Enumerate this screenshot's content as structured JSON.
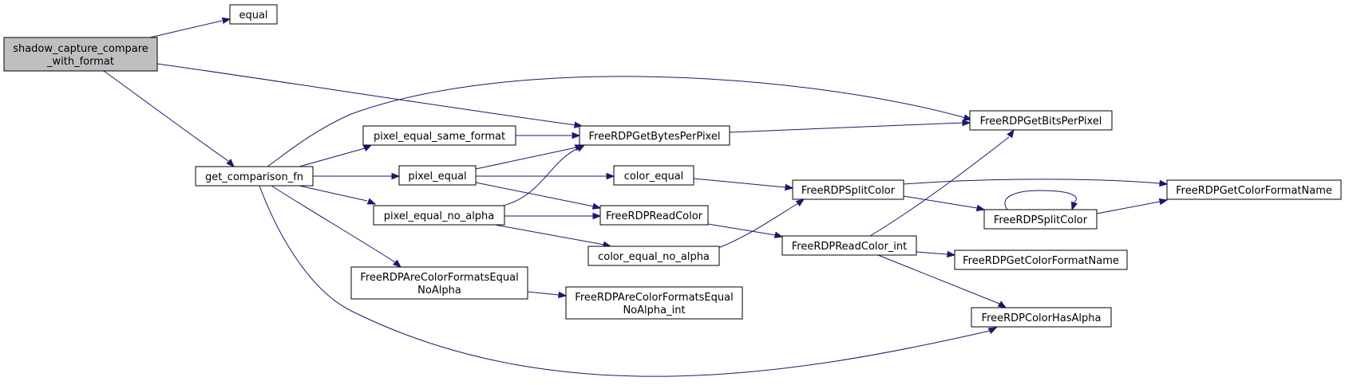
{
  "graph": {
    "nodes": [
      {
        "id": "shadow_capture",
        "lines": [
          "shadow_capture_compare",
          "_with_format"
        ],
        "highlight": true
      },
      {
        "id": "equal",
        "lines": [
          "equal"
        ]
      },
      {
        "id": "get_comparison_fn",
        "lines": [
          "get_comparison_fn"
        ]
      },
      {
        "id": "pixel_equal_same_format",
        "lines": [
          "pixel_equal_same_format"
        ]
      },
      {
        "id": "pixel_equal",
        "lines": [
          "pixel_equal"
        ]
      },
      {
        "id": "pixel_equal_no_alpha",
        "lines": [
          "pixel_equal_no_alpha"
        ]
      },
      {
        "id": "are_formats_equal",
        "lines": [
          "FreeRDPAreColorFormatsEqual",
          "NoAlpha"
        ]
      },
      {
        "id": "get_bytes",
        "lines": [
          "FreeRDPGetBytesPerPixel"
        ]
      },
      {
        "id": "color_equal",
        "lines": [
          "color_equal"
        ]
      },
      {
        "id": "read_color",
        "lines": [
          "FreeRDPReadColor"
        ]
      },
      {
        "id": "color_equal_no_alpha",
        "lines": [
          "color_equal_no_alpha"
        ]
      },
      {
        "id": "are_formats_equal_int",
        "lines": [
          "FreeRDPAreColorFormatsEqual",
          "NoAlpha_int"
        ]
      },
      {
        "id": "split_color",
        "lines": [
          "FreeRDPSplitColor"
        ]
      },
      {
        "id": "read_color_int",
        "lines": [
          "FreeRDPReadColor_int"
        ]
      },
      {
        "id": "get_bits",
        "lines": [
          "FreeRDPGetBitsPerPixel"
        ]
      },
      {
        "id": "split_color2",
        "lines": [
          "FreeRDPSplitColor"
        ]
      },
      {
        "id": "get_format_name_mid",
        "lines": [
          "FreeRDPGetColorFormatName"
        ]
      },
      {
        "id": "has_alpha",
        "lines": [
          "FreeRDPColorHasAlpha"
        ]
      },
      {
        "id": "get_format_name_right",
        "lines": [
          "FreeRDPGetColorFormatName"
        ]
      }
    ],
    "edges": [
      [
        "shadow_capture",
        "equal"
      ],
      [
        "shadow_capture",
        "get_bytes"
      ],
      [
        "shadow_capture",
        "get_comparison_fn"
      ],
      [
        "get_comparison_fn",
        "get_bits"
      ],
      [
        "get_comparison_fn",
        "pixel_equal_same_format"
      ],
      [
        "get_comparison_fn",
        "pixel_equal"
      ],
      [
        "get_comparison_fn",
        "pixel_equal_no_alpha"
      ],
      [
        "get_comparison_fn",
        "are_formats_equal"
      ],
      [
        "get_comparison_fn",
        "has_alpha"
      ],
      [
        "pixel_equal_same_format",
        "get_bytes"
      ],
      [
        "pixel_equal",
        "get_bytes"
      ],
      [
        "pixel_equal",
        "color_equal"
      ],
      [
        "pixel_equal",
        "read_color"
      ],
      [
        "pixel_equal_no_alpha",
        "get_bytes"
      ],
      [
        "pixel_equal_no_alpha",
        "read_color"
      ],
      [
        "pixel_equal_no_alpha",
        "color_equal_no_alpha"
      ],
      [
        "are_formats_equal",
        "are_formats_equal_int"
      ],
      [
        "get_bytes",
        "get_bits"
      ],
      [
        "color_equal",
        "split_color"
      ],
      [
        "color_equal_no_alpha",
        "split_color"
      ],
      [
        "read_color",
        "read_color_int"
      ],
      [
        "split_color",
        "get_format_name_right"
      ],
      [
        "split_color",
        "split_color2"
      ],
      [
        "split_color2",
        "split_color2"
      ],
      [
        "split_color2",
        "get_format_name_right"
      ],
      [
        "read_color_int",
        "get_bits"
      ],
      [
        "read_color_int",
        "get_format_name_mid"
      ],
      [
        "read_color_int",
        "has_alpha"
      ]
    ]
  }
}
